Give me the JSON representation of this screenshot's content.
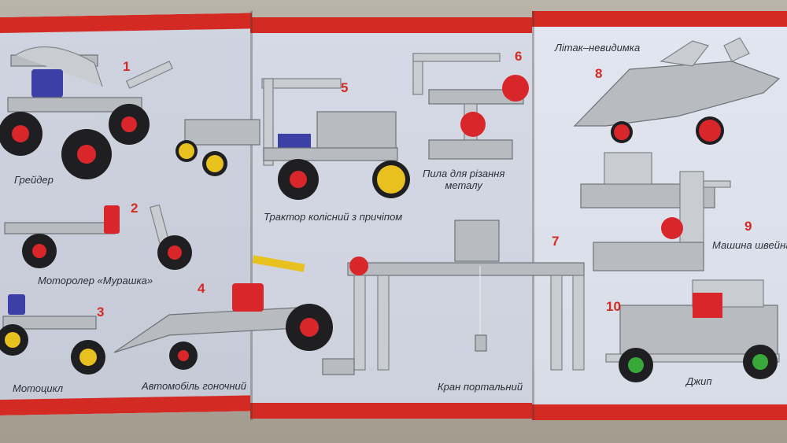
{
  "image_description": "",
  "colors": {
    "band": "#d42a24",
    "page": "#d3d7e2",
    "number": "#d42a24"
  },
  "models": [
    {
      "number": "1",
      "label": "Грейдер"
    },
    {
      "number": "2",
      "label": "Моторолер «Мурашка»"
    },
    {
      "number": "3",
      "label": "Мотоцикл"
    },
    {
      "number": "4",
      "label": "Автомобіль гоночний"
    },
    {
      "number": "5",
      "label": "Трактор колісний з причіпом"
    },
    {
      "number": "6",
      "label": "Пила для різання\nметалу"
    },
    {
      "number": "7",
      "label": "Кран портальний"
    },
    {
      "number": "8",
      "label": "Літак–невидимка"
    },
    {
      "number": "9",
      "label": "Машина швейна"
    },
    {
      "number": "10",
      "label": "Джип"
    }
  ]
}
